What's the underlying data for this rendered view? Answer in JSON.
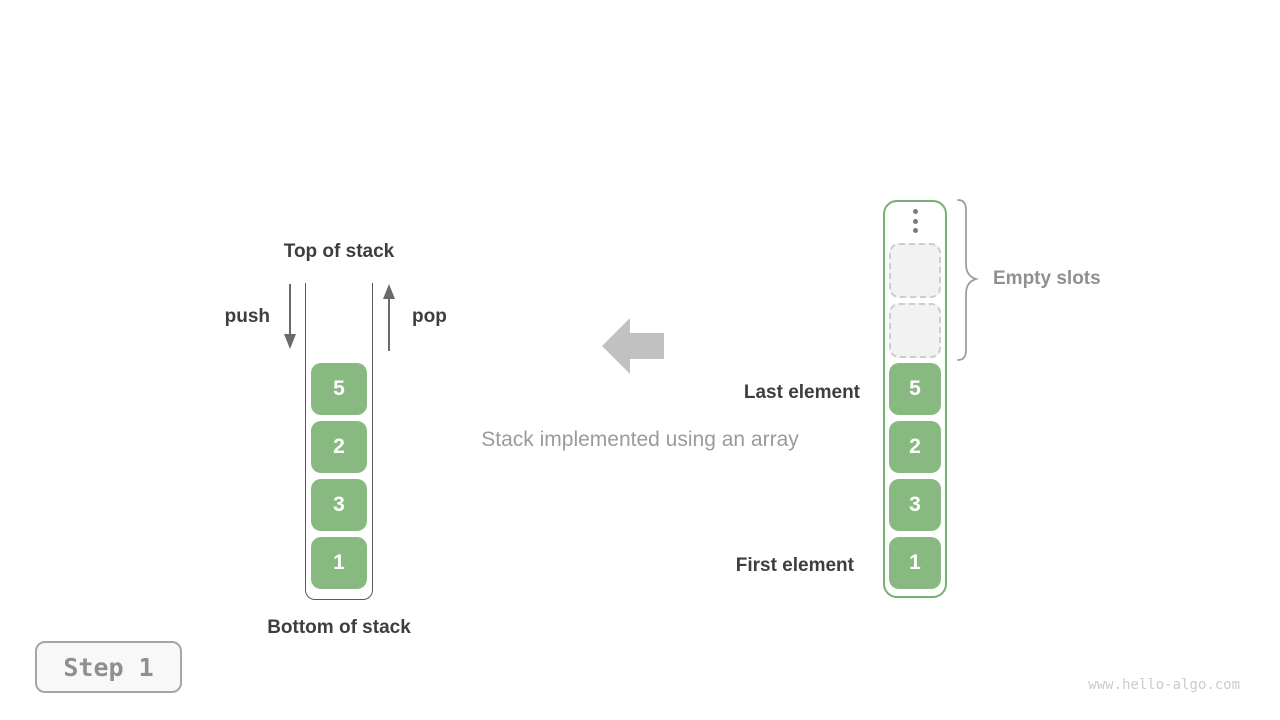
{
  "left_stack": {
    "top_label": "Top of stack",
    "bottom_label": "Bottom of stack",
    "push_label": "push",
    "pop_label": "pop",
    "blocks": [
      "5",
      "2",
      "3",
      "1"
    ]
  },
  "center": {
    "caption": "Stack implemented using an array"
  },
  "array_stack": {
    "blocks": [
      "5",
      "2",
      "3",
      "1"
    ],
    "empty_slot_count": 2,
    "empty_slots_label": "Empty slots",
    "last_element_label": "Last element",
    "first_element_label": "First element"
  },
  "footer": {
    "step_label": "Step 1",
    "watermark": "www.hello-algo.com"
  },
  "colors": {
    "block_green": "#87b981",
    "array_border_green": "#77b071",
    "dark_text": "#3e3e3e",
    "gray_text": "#9b9b9b",
    "block_arrow_gray": "#c1c1c1",
    "empty_slot_fill": "#f2f2f2",
    "empty_slot_border": "#cdcdcd",
    "small_arrow_gray": "#6a6a6a"
  }
}
